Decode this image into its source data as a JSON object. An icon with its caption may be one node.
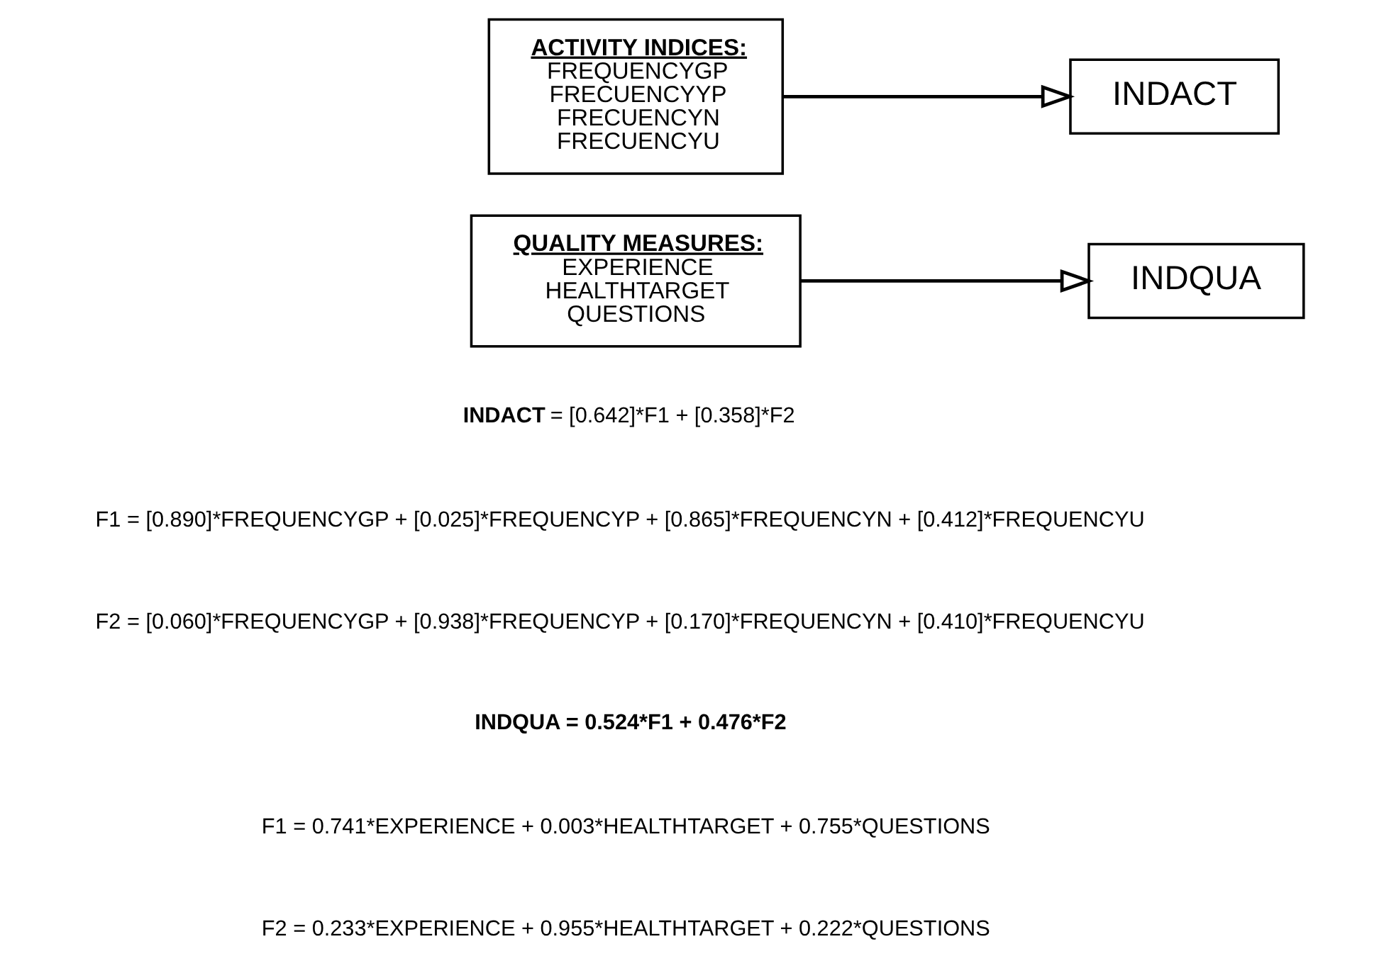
{
  "diagram": {
    "nodes": [
      {
        "text": [
          "ACTIVITY INDICES:",
          "FREQUENCYGP",
          "FRECUENCYYP",
          "FRECUENCYN",
          "FRECUENCYU"
        ]
      },
      {
        "text": [
          "INDACT"
        ]
      },
      {
        "text": [
          "QUALITY MEASURES:",
          "EXPERIENCE",
          "HEALTHTARGET",
          "QUESTIONS"
        ]
      },
      {
        "text": [
          "INDQUA"
        ]
      }
    ],
    "edges": [
      {
        "from": 0,
        "to": 1,
        "arrow": "to"
      },
      {
        "from": 2,
        "to": 3,
        "arrow": "to"
      }
    ],
    "labels": [
      "**INDACT** = [0.642]*F1 + [0.358]*F2",
      "F1 = [0.890]*FREQUENCYGP + [0.025]*FREQUENCYP + [0.865]*FREQUENCYN + [0.412]*FREQUENCYU",
      "F2 = [0.060]*FREQUENCYGP + [0.938]*FREQUENCYP + [0.170]*FREQUENCYN + [0.410]*FREQUENCYU",
      "INDQUA = 0.524*F1 + 0.476*F2",
      "F1 = 0.741*EXPERIENCE + 0.003*HEALTHTARGET + 0.755*QUESTIONS",
      "F2 = 0.233*EXPERIENCE + 0.955*HEALTHTARGET + 0.222*QUESTIONS"
    ]
  }
}
